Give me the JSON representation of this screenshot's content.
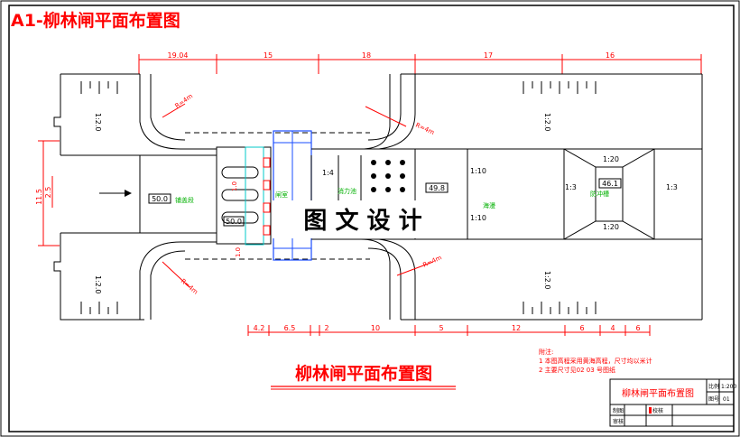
{
  "drawing_label": "A1-柳林闸平面布置图",
  "main_title": "柳林闸平面布置图",
  "watermark": "图 文 设 计",
  "top_dims": [
    "19.04",
    "15",
    "18",
    "17",
    "16"
  ],
  "bottom_dims": [
    "4.2",
    "6.5",
    "2",
    "10",
    "5",
    "12",
    "6",
    "4",
    "6"
  ],
  "left_dims": [
    "11.5",
    "2.5"
  ],
  "slopes": {
    "upper_left": "1:2.0",
    "lower_left": "1:2.0",
    "upper_right": "1:2.0",
    "lower_right": "1:2.0",
    "gate_a": "1:4",
    "wing_a": "1:10",
    "wing_b": "1:10",
    "basin_a": "1:3",
    "basin_b": "1:3",
    "pool_top": "1:20",
    "pool_bottom": "1:20"
  },
  "radius_labels": [
    "R=4m",
    "R=4m",
    "R=4m",
    "R=4m"
  ],
  "elevations": [
    "50.0",
    "50.0",
    "49.8",
    "46.1"
  ],
  "green_labels": [
    "铺盖段",
    "闸室",
    "消力池",
    "海漫",
    "防冲槽"
  ],
  "small_dims": [
    "1.0",
    "1.0"
  ],
  "notes": {
    "heading": "附注:",
    "line1": "1 本图高程采用黄海高程，尺寸均以米计",
    "line2": "2 主要尺寸见02 03 号图纸"
  },
  "title_block": {
    "name": "柳林闸平面布置图",
    "scale_label": "比例",
    "scale_value": "1:200",
    "sheet_label": "图号",
    "sheet_value": "01",
    "row1_label": "制图",
    "row2_label": "审核",
    "row1_value": "校核"
  }
}
